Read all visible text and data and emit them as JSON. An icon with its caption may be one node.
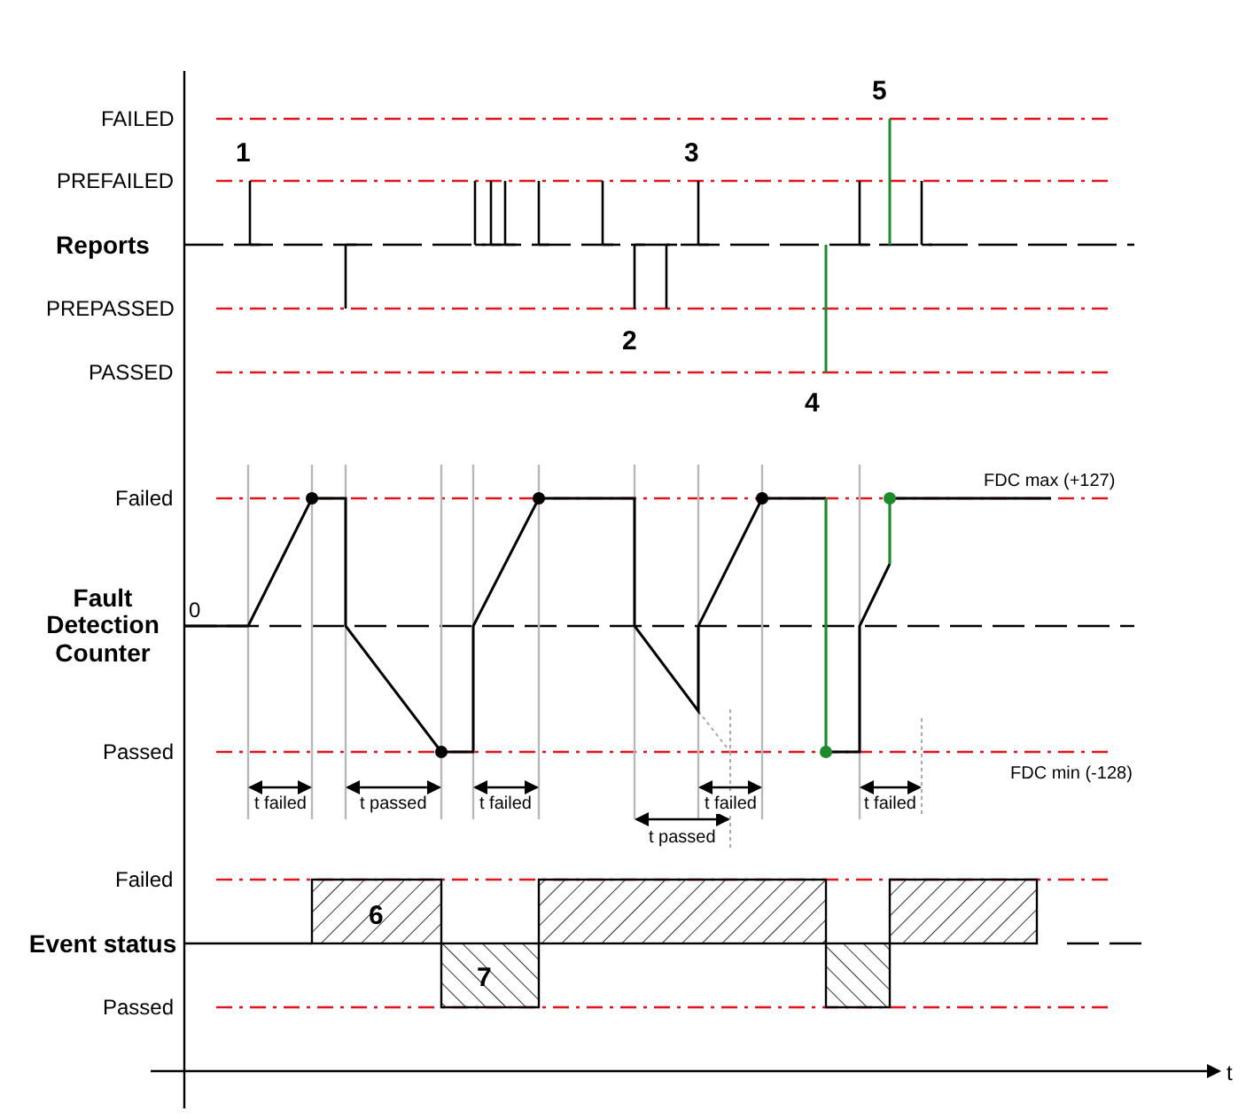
{
  "diagram": {
    "labels": [
      "FAILED",
      "5",
      "PREFAILED",
      "1",
      "3",
      "Reports",
      "PREPASSED",
      "2",
      "PASSED",
      "4",
      "Failed",
      "FDC max (+127)",
      "Fault Detection Counter",
      "0",
      "Passed",
      "FDC min (-128)",
      "t failed",
      "t passed",
      "t failed",
      "t failed",
      "t failed",
      "t passed",
      "Failed",
      "6",
      "Event status",
      "7",
      "Passed",
      "t"
    ]
  }
}
